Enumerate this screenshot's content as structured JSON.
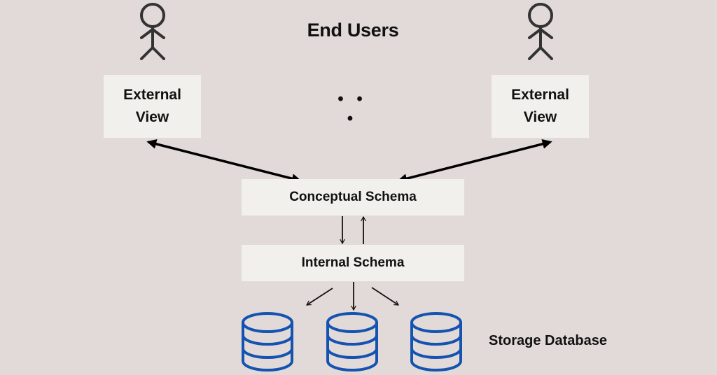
{
  "diagram": {
    "title": "End Users",
    "users": [
      {
        "icon": "stick-figure-icon",
        "position": "left"
      },
      {
        "icon": "stick-figure-icon",
        "position": "right"
      }
    ],
    "ellipsis": "• • •",
    "external_views": [
      {
        "line1": "External",
        "line2": "View"
      },
      {
        "line1": "External",
        "line2": "View"
      }
    ],
    "conceptual_schema": "Conceptual Schema",
    "internal_schema": "Internal Schema",
    "storage_label": "Storage Database",
    "databases": [
      {
        "icon": "database-icon"
      },
      {
        "icon": "database-icon"
      },
      {
        "icon": "database-icon"
      }
    ],
    "colors": {
      "background": "#e2dad9",
      "box": "#f2f0ec",
      "text": "#111111",
      "figure_stroke": "#333333",
      "database_stroke": "#1553b0"
    }
  }
}
